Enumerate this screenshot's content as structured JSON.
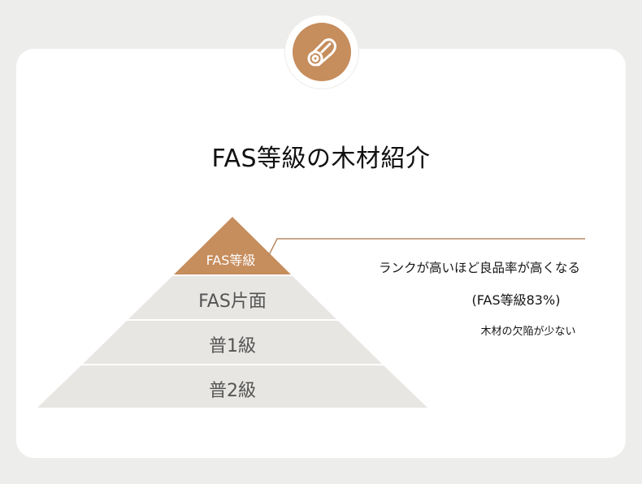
{
  "colors": {
    "accent": "#c68d5d",
    "tier_fill": "#e7e6e3",
    "background": "#ededeb",
    "card": "#ffffff"
  },
  "badge": {
    "icon": "log-icon"
  },
  "title": "FAS等級の木材紹介",
  "pyramid": {
    "tiers": [
      {
        "label": "FAS等級"
      },
      {
        "label": "FAS片面"
      },
      {
        "label": "普1級"
      },
      {
        "label": "普2級"
      }
    ]
  },
  "annotation": {
    "line1": "ランクが高いほど良品率が高くなる",
    "line2": "(FAS等級83%)",
    "line3": "木材の欠陥が少ない"
  }
}
